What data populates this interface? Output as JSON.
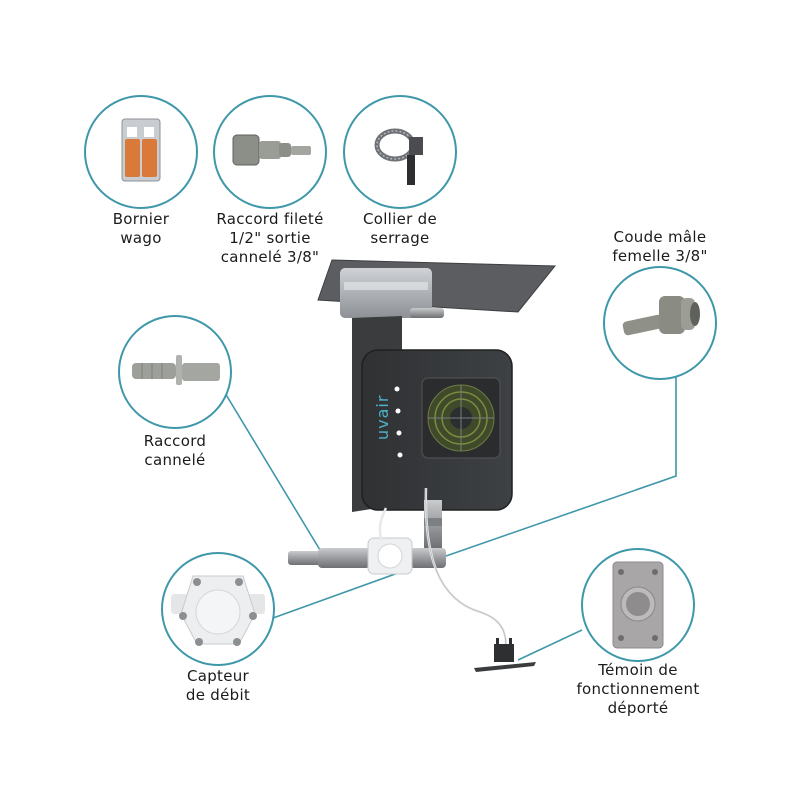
{
  "title": "Accessory kit diagram",
  "accent_color": "#3f98aa",
  "product": {
    "brand_logo_text": "uvair",
    "indicator_leds": 4
  },
  "callouts": [
    {
      "id": "bornier-wago",
      "label": "Bornier\nwago",
      "icon": "wago-connector-icon"
    },
    {
      "id": "raccord-filete",
      "label": "Raccord fileté\n1/2\" sortie\ncannelé 3/8\"",
      "icon": "threaded-fitting-icon"
    },
    {
      "id": "collier-serrage",
      "label": "Collier de\nserrage",
      "icon": "hose-clamp-icon"
    },
    {
      "id": "coude",
      "label": "Coude mâle\nfemelle 3/8\"",
      "icon": "elbow-fitting-icon"
    },
    {
      "id": "raccord-cannele",
      "label": "Raccord\ncannelé",
      "icon": "barbed-fitting-icon"
    },
    {
      "id": "capteur-debit",
      "label": "Capteur\nde débit",
      "icon": "flow-sensor-icon"
    },
    {
      "id": "temoin",
      "label": "Témoin de\nfonctionnement\ndéporté",
      "icon": "remote-indicator-icon"
    }
  ]
}
